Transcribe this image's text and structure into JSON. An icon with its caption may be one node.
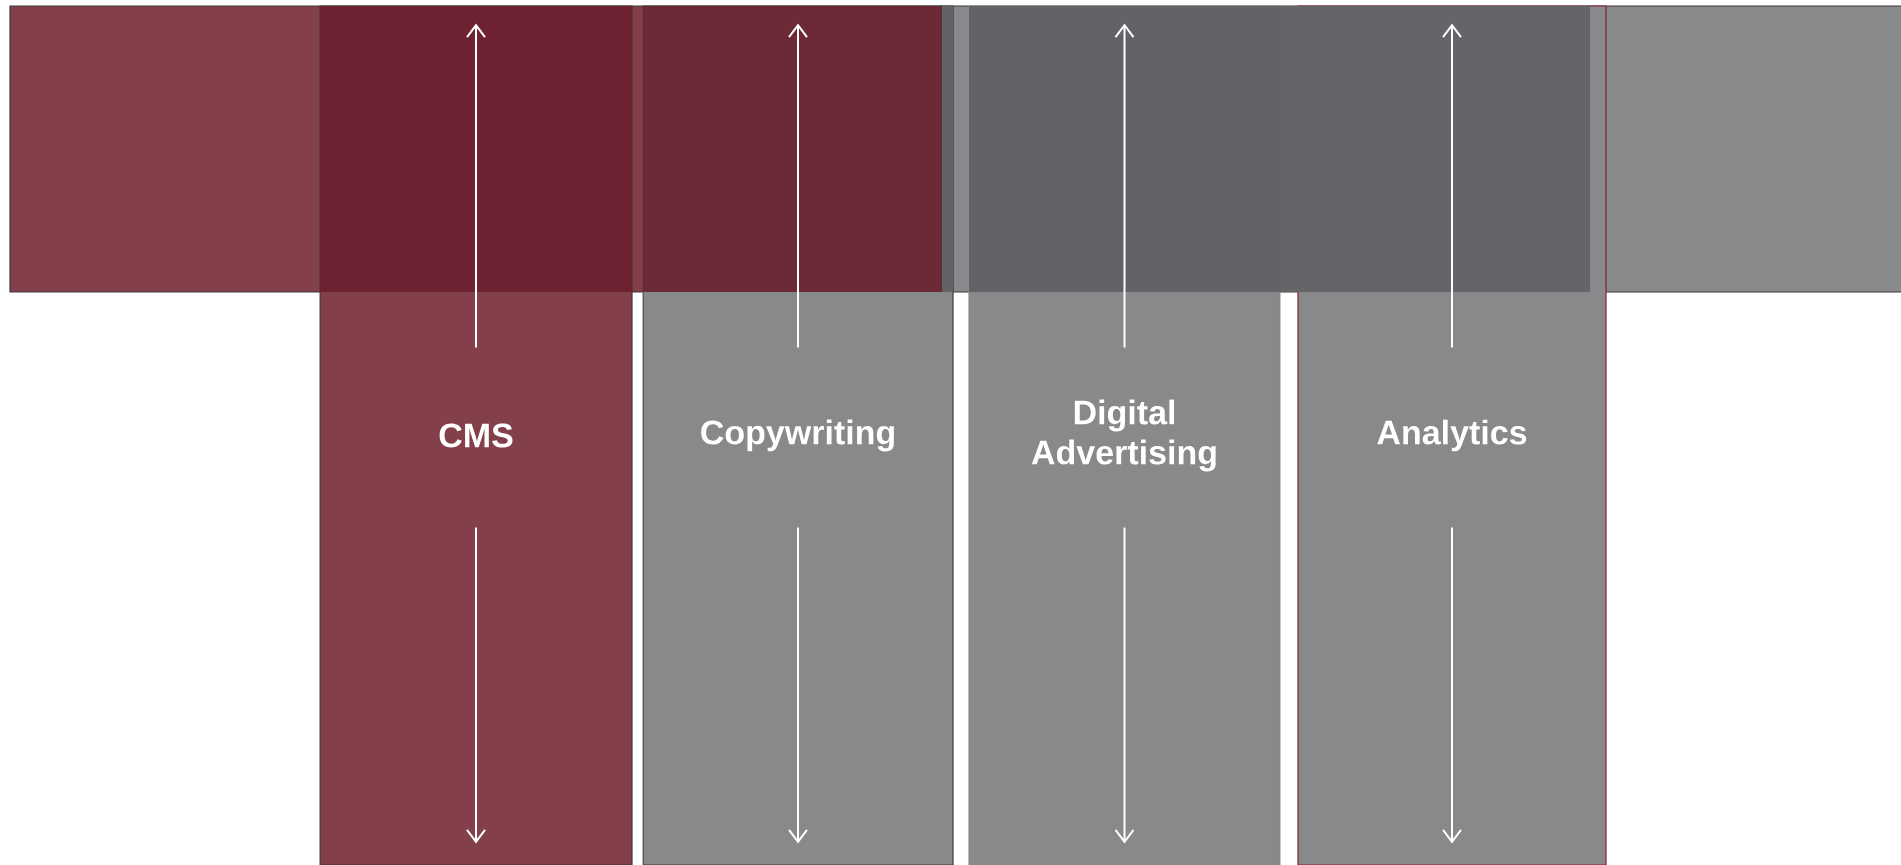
{
  "diagram": {
    "nodes": [
      {
        "text": [],
        "shape": "bar"
      },
      {
        "text": [],
        "shape": "bar"
      },
      {
        "text": [
          "CMS"
        ]
      },
      {
        "text": [
          "Copywriting"
        ]
      },
      {
        "text": [
          "Digital Advertising"
        ]
      },
      {
        "text": [
          "Analytics"
        ]
      }
    ],
    "edges": [
      {
        "from": 2,
        "to": 0,
        "arrow": "to"
      },
      {
        "from": 2,
        "to": null,
        "arrow": "to"
      },
      {
        "from": 3,
        "to": 0,
        "arrow": "to"
      },
      {
        "from": 3,
        "to": null,
        "arrow": "to"
      },
      {
        "from": 4,
        "to": 1,
        "arrow": "to"
      },
      {
        "from": 4,
        "to": null,
        "arrow": "to"
      },
      {
        "from": 5,
        "to": 1,
        "arrow": "to"
      },
      {
        "from": 5,
        "to": null,
        "arrow": "to"
      }
    ]
  }
}
